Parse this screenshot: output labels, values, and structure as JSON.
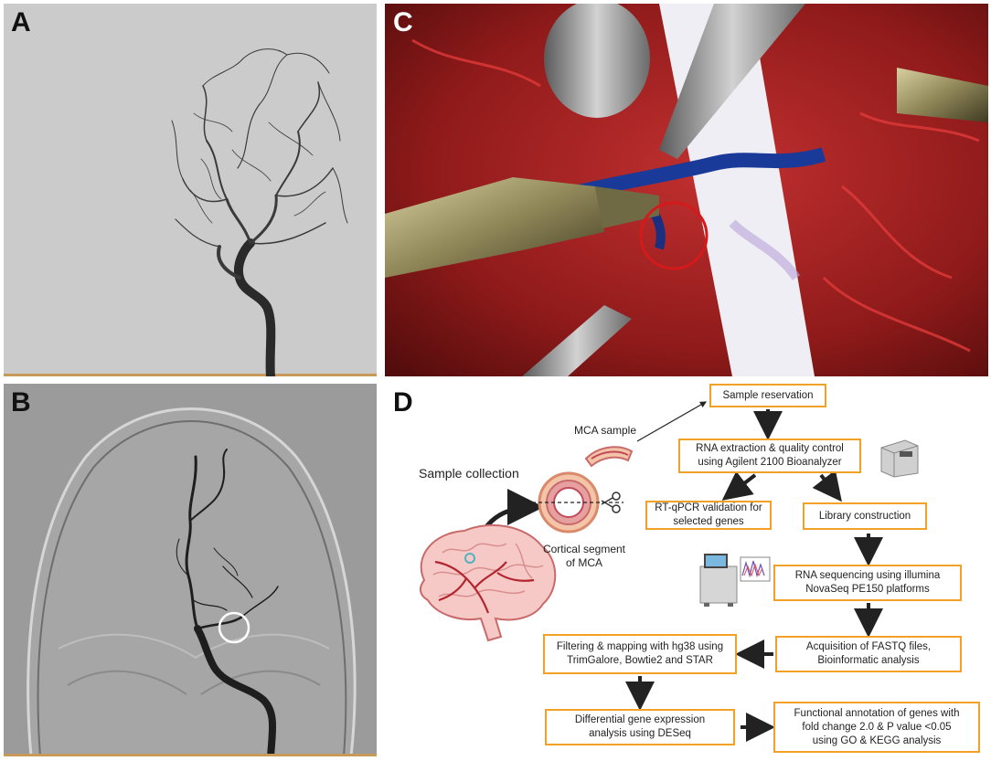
{
  "panels": {
    "a": {
      "label": "A"
    },
    "b": {
      "label": "B"
    },
    "c": {
      "label": "C"
    },
    "d": {
      "label": "D"
    }
  },
  "diagram": {
    "sample_collection": "Sample collection",
    "mca_sample": "MCA sample",
    "cortical_segment": [
      "Cortical segment",
      "of MCA"
    ],
    "sample_reservation": "Sample reservation",
    "rna_extraction": [
      "RNA extraction & quality control",
      "using Agilent 2100 Bioanalyzer"
    ],
    "rt_qpcr": [
      "RT-qPCR validation for",
      "selected genes"
    ],
    "library_construction": "Library construction",
    "rna_sequencing": [
      "RNA sequencing using illumina",
      "NovaSeq PE150 platforms"
    ],
    "acquisition": [
      "Acquisition of FASTQ files,",
      "Bioinformatic analysis"
    ],
    "filtering": [
      "Filtering & mapping with hg38 using",
      "TrimGalore, Bowtie2 and STAR"
    ],
    "differential": [
      "Differential gene expression",
      "analysis using DESeq"
    ],
    "functional": [
      "Functional annotation of genes with",
      "fold change 2.0 & P value <0.05",
      "using GO & KEGG analysis"
    ]
  },
  "colors": {
    "box_border": "#f2a126",
    "arrow": "#222222",
    "brain_fill": "#f6c9c6",
    "brain_stroke": "#c96a6a",
    "vessel": "#b3262f",
    "angio_bg": "#c9c9c9",
    "surgery_bg": "#7a1414",
    "circle_red": "#d41a1a"
  }
}
